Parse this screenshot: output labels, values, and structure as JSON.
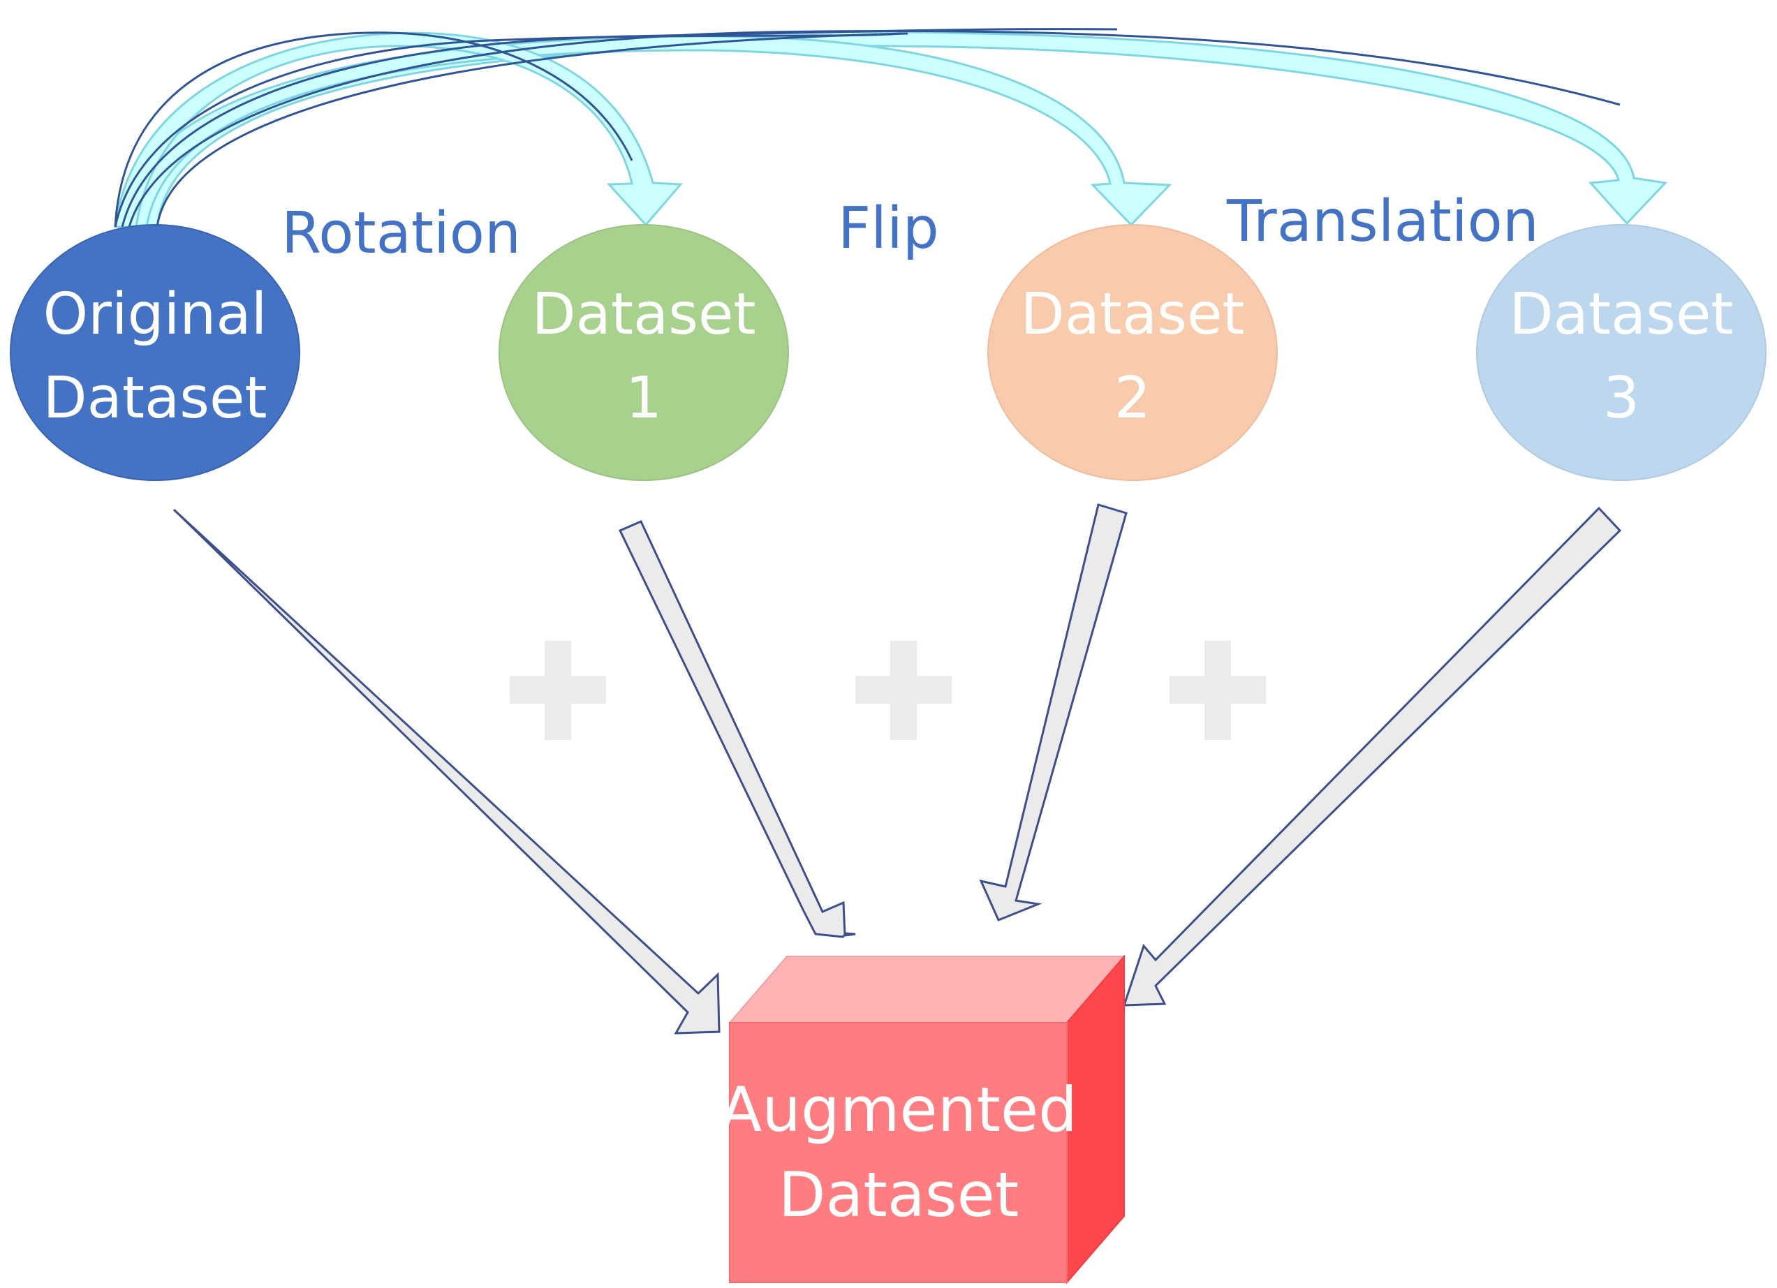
{
  "nodes": {
    "original": {
      "line1": "Original",
      "line2": "Dataset"
    },
    "dataset1": {
      "line1": "Dataset",
      "line2": "1"
    },
    "dataset2": {
      "line1": "Dataset",
      "line2": "2"
    },
    "dataset3": {
      "line1": "Dataset",
      "line2": "3"
    }
  },
  "transforms": {
    "rotation": "Rotation",
    "flip": "Flip",
    "translation": "Translation"
  },
  "result": {
    "line1": "Augmented",
    "line2": "Dataset"
  },
  "colors": {
    "original": "#4472c4",
    "dataset1": "#a9d18e",
    "dataset2": "#f8cbad",
    "dataset3": "#bdd7ee",
    "transform_arrow_fill": "#ccffff",
    "transform_arrow_stroke": "#7fd6e0",
    "label_text": "#4472c4",
    "merge_arrow_fill": "#ebebeb",
    "merge_arrow_stroke": "#3c4f8c",
    "plus_sign": "#ebebeb",
    "cube_front": "#ff7c80",
    "cube_top": "#ffb3b5",
    "cube_side": "#ff474d"
  }
}
